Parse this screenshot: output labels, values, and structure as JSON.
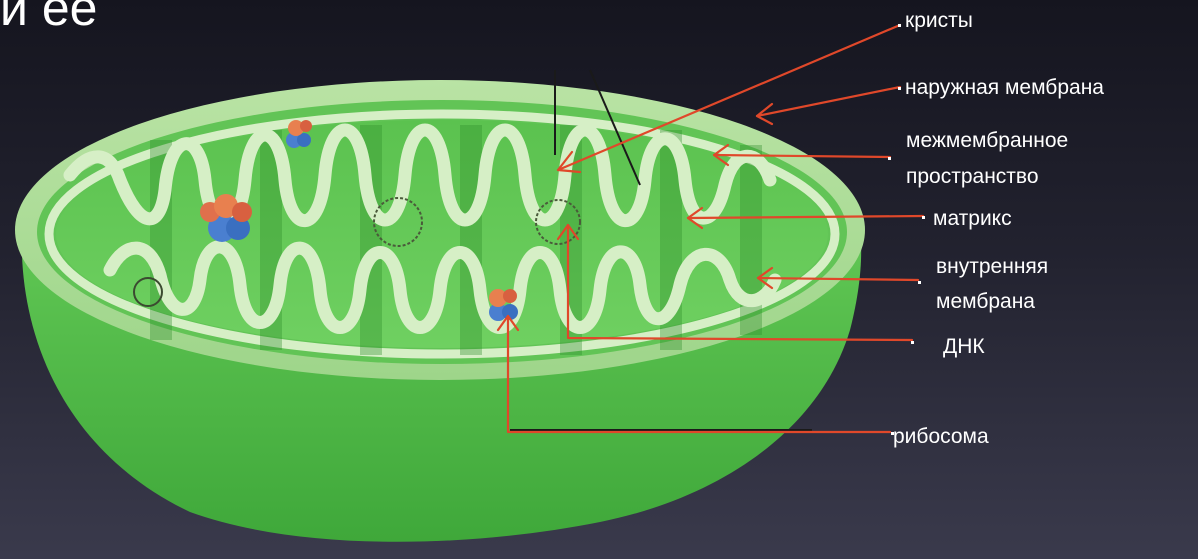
{
  "title_fragment": "и ее",
  "labels": {
    "cristae": "кристы",
    "outer_membrane": "наружная мембрана",
    "intermembrane_line1": "межмембранное",
    "intermembrane_line2": "пространство",
    "matrix": "матрикс",
    "inner_membrane_line1": "внутренняя",
    "inner_membrane_line2": "мембрана",
    "dna": "ДНК",
    "ribosome": "рибосома"
  },
  "colors": {
    "arrow": "#e0482a",
    "body_green": "#4fbf48",
    "membrane_light": "#d8f0c8",
    "inner_green": "#6fcf62"
  }
}
